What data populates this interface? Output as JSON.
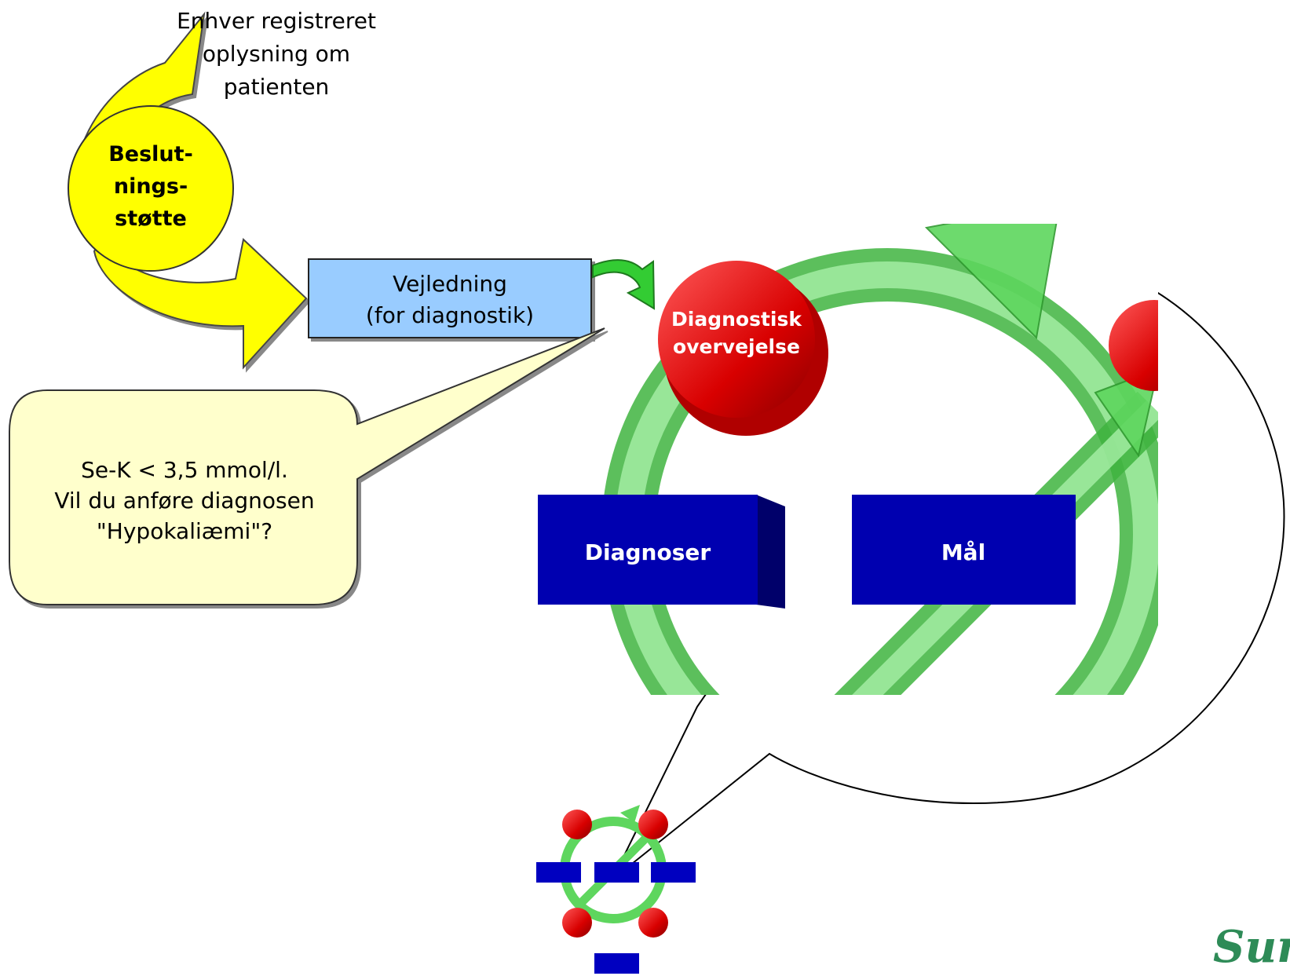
{
  "top_note": {
    "line1": "Enhver registreret",
    "line2": "oplysning om",
    "line3": "patienten"
  },
  "decision_circle": {
    "line1": "Beslut-",
    "line2": "nings-",
    "line3": "støtte",
    "color": "#ffff00"
  },
  "guidance_box": {
    "line1": "Vejledning",
    "line2": "(for diagnostik)",
    "color": "#99ccff"
  },
  "callout": {
    "line1": "Se-K < 3,5 mmol/l.",
    "line2": "Vil du anføre diagnosen",
    "line3": "\"Hypokaliæmi\"?",
    "color": "#ffffcc"
  },
  "zoom_view": {
    "node_label_line1": "Diagnostisk",
    "node_label_line2": "overvejelse",
    "box_diagnoser": "Diagnoser",
    "box_maal": "Mål",
    "ring_color": "#6ee06e",
    "node_color": "#dd0000",
    "box_color": "#0000aa"
  },
  "logo": {
    "text": "SundIT",
    "color": "#2e8b57"
  }
}
